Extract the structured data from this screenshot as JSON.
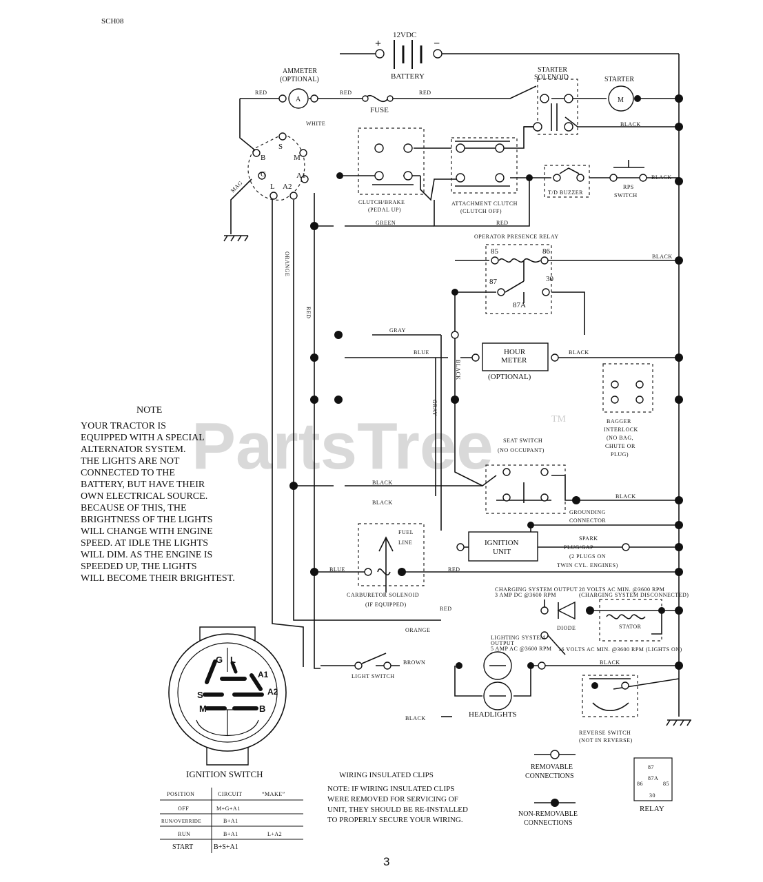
{
  "doc_code": "SCH08",
  "watermark": "PartsTree",
  "watermark_tm": "TM",
  "page_number": "3",
  "battery": {
    "voltage": "12VDC",
    "plus": "+",
    "minus": "−",
    "label": "BATTERY"
  },
  "ammeter": {
    "title": "AMMETER",
    "subtitle": "(OPTIONAL)",
    "symbol": "A"
  },
  "fuse": {
    "label": "FUSE"
  },
  "starter_solenoid": {
    "line1": "STARTER",
    "line2": "SOLENOID"
  },
  "starter": {
    "label": "STARTER",
    "symbol": "M"
  },
  "switch_terminals": {
    "s": "S",
    "b": "B",
    "m": "M",
    "g": "G",
    "a1": "A1",
    "l": "L",
    "a2": "A2"
  },
  "clutch_brake": {
    "line1": "CLUTCH/BRAKE",
    "line2": "(PEDAL UP)"
  },
  "attachment_clutch": {
    "line1": "ATTACHMENT CLUTCH",
    "line2": "(CLUTCH OFF)"
  },
  "tdbuzzer": "T/D BUZZER",
  "rps_switch": {
    "line1": "RPS",
    "line2": "SWITCH"
  },
  "relay_block": {
    "title": "OPERATOR PRESENCE RELAY",
    "t85": "85",
    "t86": "86",
    "t87": "87",
    "t30": "30",
    "t87a": "87A"
  },
  "hour_meter": {
    "line1": "HOUR",
    "line2": "METER",
    "line3": "(OPTIONAL)"
  },
  "bagger_interlock": {
    "line1": "BAGGER",
    "line2": "INTERLOCK",
    "line3": "(NO BAG,",
    "line4": "CHUTE OR",
    "line5": "PLUG)"
  },
  "seat_switch": {
    "line1": "SEAT SWITCH",
    "line2": "(NO OCCUPANT)"
  },
  "grounding": {
    "line1": "GROUNDING",
    "line2": "CONNECTOR"
  },
  "ignition_unit": {
    "line1": "IGNITION",
    "line2": "UNIT"
  },
  "spark_plugs": {
    "line1": "SPARK",
    "line2": "PLUG/GAP",
    "line3": "(2 PLUGS ON",
    "line4": "TWIN CYL. ENGINES)"
  },
  "fuel_line": {
    "line1": "FUEL",
    "line2": "LINE"
  },
  "carb_solenoid": {
    "line1": "CARBURETOR SOLENOID",
    "line2": "(IF EQUIPPED)"
  },
  "charging_output": {
    "line1": "CHARGING SYSTEM OUTPUT",
    "line2": "3 AMP DC @3600 RPM"
  },
  "charging_ac": {
    "line1": "28 VOLTS AC MIN. @3600 RPM",
    "line2": "(CHARGING SYSTEM DISCONNECTED)"
  },
  "diode": "DIODE",
  "stator": "STATOR",
  "lighting_output": {
    "line1": "LIGHTING SYSTEM",
    "line2": "OUTPUT",
    "line3": "5 AMP AC @3600 RPM"
  },
  "lighting_ac": "16 VOLTS AC MIN. @3600 RPM (LIGHTS ON)",
  "light_switch": "LIGHT SWITCH",
  "headlights": "HEADLIGHTS",
  "reverse_switch": {
    "line1": "REVERSE SWITCH",
    "line2": "(NOT IN REVERSE)"
  },
  "wire_labels": {
    "red": "RED",
    "white": "WHITE",
    "green": "GREEN",
    "black": "BLACK",
    "gray": "GRAY",
    "blue": "BLUE",
    "orange": "ORANGE",
    "brown": "BROWN",
    "mag": "MAG"
  },
  "note": {
    "title": "NOTE",
    "lines": [
      "YOUR TRACTOR IS",
      "EQUIPPED WITH A SPECIAL",
      "ALTERNATOR SYSTEM.",
      "THE LIGHTS ARE NOT",
      "CONNECTED TO THE",
      "BATTERY, BUT HAVE THEIR",
      "OWN ELECTRICAL SOURCE.",
      "BECAUSE OF THIS, THE",
      "BRIGHTNESS OF THE LIGHTS",
      "WILL CHANGE WITH ENGINE",
      "SPEED.  AT IDLE THE LIGHTS",
      "WILL DIM.  AS THE ENGINE IS",
      "SPEEDED UP, THE LIGHTS",
      "WILL BECOME THEIR BRIGHTEST."
    ]
  },
  "ignition_switch": {
    "title": "IGNITION SWITCH",
    "table": {
      "headers": [
        "POSITION",
        "CIRCUIT",
        "“MAKE”"
      ],
      "rows": [
        [
          "OFF",
          "M+G+A1",
          ""
        ],
        [
          "RUN/OVERRIDE",
          "B+A1",
          ""
        ],
        [
          "RUN",
          "B+A1",
          "L+A2"
        ],
        [
          "START",
          "B+S+A1",
          ""
        ]
      ]
    }
  },
  "clips_note": {
    "title": "WIRING INSULATED CLIPS",
    "lines": [
      "NOTE: IF WIRING INSULATED CLIPS",
      "WERE REMOVED FOR SERVICING OF",
      " UNIT, THEY SHOULD BE RE-INSTALLED",
      "TO PROPERLY SECURE YOUR WIRING."
    ]
  },
  "legend": {
    "removable": {
      "line1": "REMOVABLE",
      "line2": "CONNECTIONS"
    },
    "nonremovable": {
      "line1": "NON-REMOVABLE",
      "line2": "CONNECTIONS"
    }
  },
  "relay_legend": {
    "label": "RELAY",
    "t87": "87",
    "t87a": "87A",
    "t86": "86",
    "t85": "85",
    "t30": "30"
  }
}
